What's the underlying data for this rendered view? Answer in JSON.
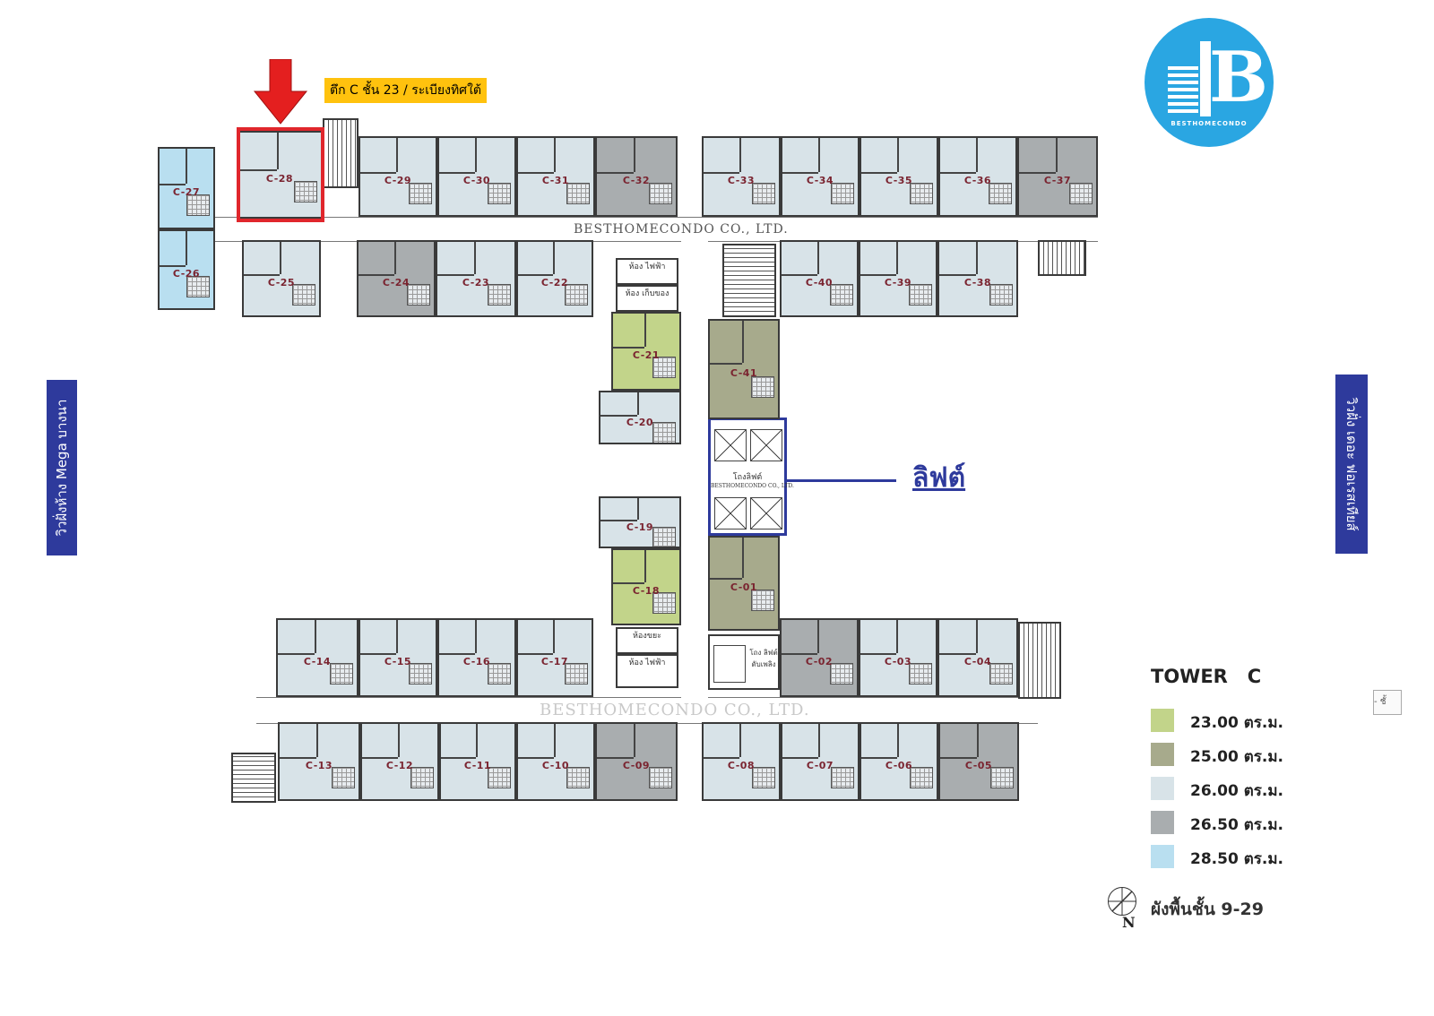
{
  "header_note": "ตึก C ชั้น 23 / ระเบียงทิศใต้",
  "logo": {
    "letter": "B",
    "text": "BESTHOMECONDO"
  },
  "watermarks": {
    "top": "BESTHOMECONDO CO., LTD.",
    "bottom": "BESTHOMECONDO CO., LTD.",
    "lift": "BESTHOMECONDO CO., LTD."
  },
  "lift_label": "ลิฟต์",
  "lift_lobby_label": "โถงลิฟต์",
  "left_side_label": "วิวฝั่งห้าง Mega บางนา",
  "right_side_label": "วิวฝั่ง เดอะ ฟอเรสเทียส์",
  "tower_title": "TOWER   C",
  "legend": [
    {
      "label": "23.00  ตร.ม.",
      "color": "#c2d48a"
    },
    {
      "label": "25.00  ตร.ม.",
      "color": "#a7aa8c"
    },
    {
      "label": "26.00  ตร.ม.",
      "color": "#d8e3e8"
    },
    {
      "label": "26.50  ตร.ม.",
      "color": "#a9adaf"
    },
    {
      "label": "28.50  ตร.ม.",
      "color": "#b9dff0"
    }
  ],
  "floor_plan_caption": "ผังพื้นชั้น 9-29",
  "north_label": "N",
  "rooms": {
    "elec1": "ห้อง ไฟฟ้า",
    "storage": "ห้อง เก็บของ",
    "garbage": "ห้องขยะ",
    "elec2": "ห้อง ไฟฟ้า",
    "service_lobby": "โถง ลิฟต์ ดับเพลิง"
  },
  "edge_tab": "- ชั้"
}
